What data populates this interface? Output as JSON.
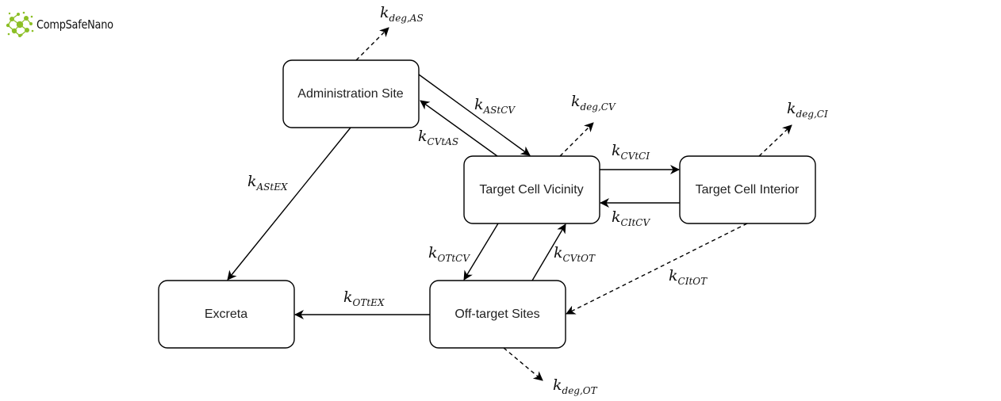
{
  "logo": {
    "icon": "network-molecule-icon",
    "text": "CompSafeNano",
    "color": "#8cbf26"
  },
  "diagram": {
    "title": "",
    "nodes": [
      {
        "id": "AS",
        "label": "Administration Site"
      },
      {
        "id": "CV",
        "label": "Target Cell Vicinity"
      },
      {
        "id": "CI",
        "label": "Target Cell Interior"
      },
      {
        "id": "EX",
        "label": "Excreta"
      },
      {
        "id": "OT",
        "label": "Off-target Sites"
      }
    ],
    "edges": [
      {
        "id": "AStCV",
        "from": "AS",
        "to": "CV",
        "style": "solid",
        "rate": {
          "k": "k",
          "sub": "AStCV"
        }
      },
      {
        "id": "CVtAS",
        "from": "CV",
        "to": "AS",
        "style": "solid",
        "rate": {
          "k": "k",
          "sub": "CVtAS"
        }
      },
      {
        "id": "CVtCI",
        "from": "CV",
        "to": "CI",
        "style": "solid",
        "rate": {
          "k": "k",
          "sub": "CVtCI"
        }
      },
      {
        "id": "CItCV",
        "from": "CI",
        "to": "CV",
        "style": "solid",
        "rate": {
          "k": "k",
          "sub": "CItCV"
        }
      },
      {
        "id": "AStEX",
        "from": "AS",
        "to": "EX",
        "style": "solid",
        "rate": {
          "k": "k",
          "sub": "AStEX"
        }
      },
      {
        "id": "CVtOT",
        "from": "CV",
        "to": "OT",
        "style": "solid",
        "rate": {
          "k": "k",
          "sub": "OTtCV"
        }
      },
      {
        "id": "OTtCV",
        "from": "OT",
        "to": "CV",
        "style": "solid",
        "rate": {
          "k": "k",
          "sub": "CVtOT"
        }
      },
      {
        "id": "OTtEX",
        "from": "OT",
        "to": "EX",
        "style": "solid",
        "rate": {
          "k": "k",
          "sub": "OTtEX"
        }
      },
      {
        "id": "CItOT",
        "from": "CI",
        "to": "OT",
        "style": "dashed",
        "rate": {
          "k": "k",
          "sub": "CItOT"
        }
      },
      {
        "id": "degAS",
        "from": "AS",
        "to": null,
        "style": "dashed",
        "rate": {
          "k": "k",
          "sub": "deg,AS"
        }
      },
      {
        "id": "degCV",
        "from": "CV",
        "to": null,
        "style": "dashed",
        "rate": {
          "k": "k",
          "sub": "deg,CV"
        }
      },
      {
        "id": "degCI",
        "from": "CI",
        "to": null,
        "style": "dashed",
        "rate": {
          "k": "k",
          "sub": "deg,CI"
        }
      },
      {
        "id": "degOT",
        "from": "OT",
        "to": null,
        "style": "dashed",
        "rate": {
          "k": "k",
          "sub": "deg,OT"
        }
      }
    ]
  }
}
